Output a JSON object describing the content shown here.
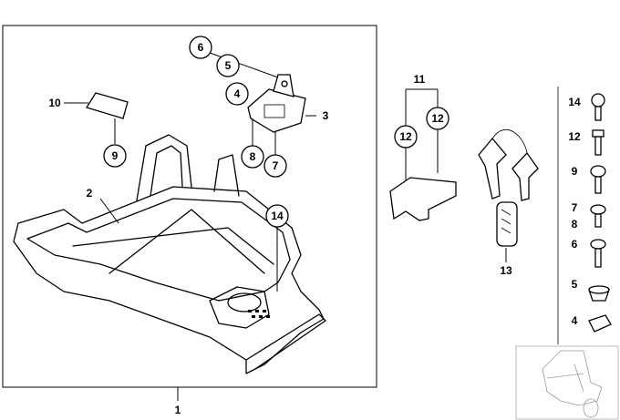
{
  "diagram": {
    "main_assembly_label": "1",
    "callouts": {
      "frame": "2",
      "mount_bracket": "3",
      "insert_4": "4",
      "ring_5": "5",
      "screw_6": "6",
      "screw_7": "7",
      "screw_8": "8",
      "screw_9": "9",
      "clip_10": "10",
      "holder_11": "11",
      "screw_12a": "12",
      "screw_12b": "12",
      "lock_set_13": "13",
      "knob_14": "14"
    },
    "legend_column": [
      "14",
      "12",
      "9",
      "7",
      "8",
      "6",
      "5",
      "4"
    ]
  }
}
